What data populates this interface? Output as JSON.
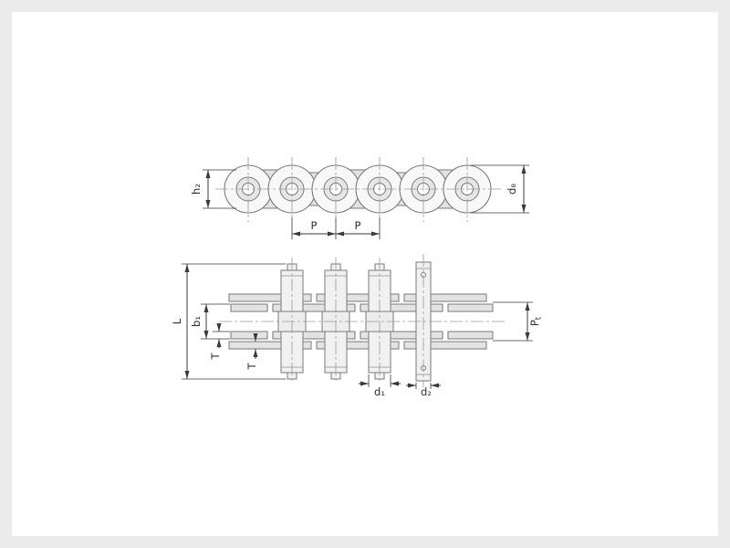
{
  "drawing": {
    "side_view": {
      "dim_plate_height": "h₂",
      "dim_roller_od": "d₈",
      "dim_pitch_left": "P",
      "dim_pitch_right": "P"
    },
    "plan_view": {
      "dim_overall_pin_length": "L",
      "dim_inner_width": "b₁",
      "dim_plate_thickness_inner": "T",
      "dim_plate_thickness_outer": "T",
      "dim_transverse_pitch_main": "P",
      "dim_transverse_pitch_sub": "t",
      "dim_roller_diameter": "d₁",
      "dim_pin_diameter": "d₂"
    },
    "colors": {
      "page_background": "#ebebeb",
      "sheet": "#ffffff",
      "outline": "#7a7a7a",
      "plate_fill": "#e3e3e3",
      "metal_fill": "#f1f1f1",
      "dimension": "#3a3a3a",
      "centerline": "#9a9a9a"
    }
  }
}
